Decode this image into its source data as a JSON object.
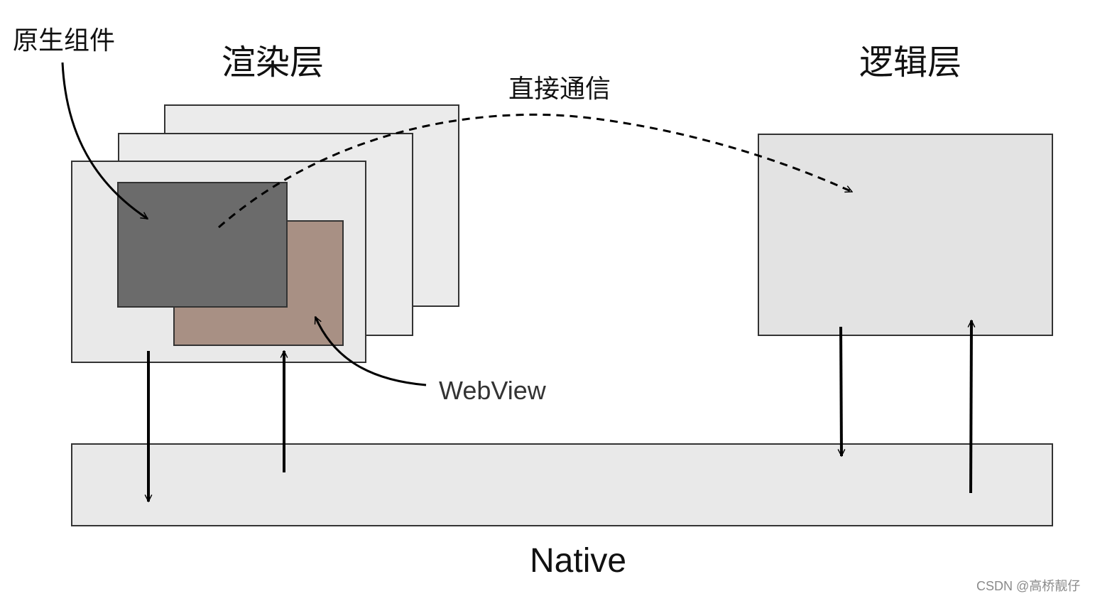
{
  "labels": {
    "native_component": "原生组件",
    "render_layer": "渲染层",
    "logic_layer": "逻辑层",
    "direct_communication": "直接通信",
    "webview": "WebView",
    "native": "Native",
    "watermark": "CSDN @高桥靓仔"
  },
  "colors": {
    "layer_fill": "#e9e9e9",
    "logic_fill": "#e3e3e3",
    "native_component_fill": "#6b6b6b",
    "webview_fill": "#a89084",
    "stroke": "#333333",
    "arrow": "#000000"
  }
}
